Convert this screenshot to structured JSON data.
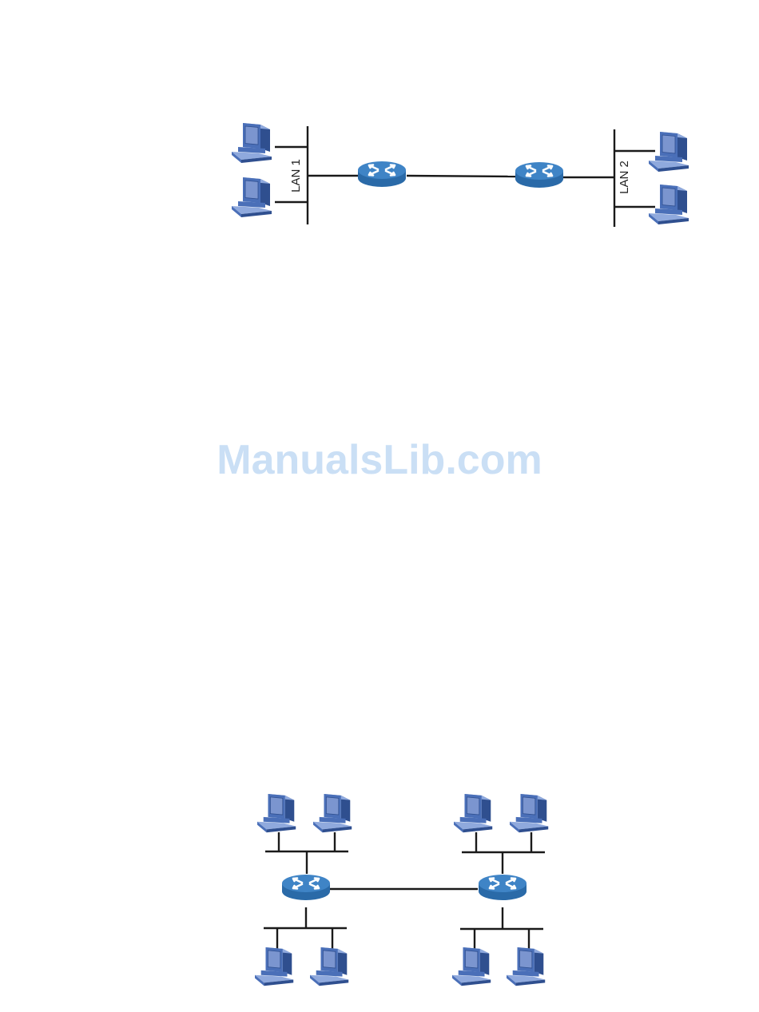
{
  "watermark": {
    "text": "ManualsLib.com",
    "color": "#c5dcf5"
  },
  "router_label": "ROUTER",
  "top_diagram": {
    "lan1_label": "LAN 1",
    "lan2_label": "LAN 2"
  },
  "colors": {
    "pc_front": "#4a6fb8",
    "pc_side": "#2f4f8f",
    "pc_top": "#8fa9dd",
    "screen": "#7b95cf",
    "router_top": "#3f84c6",
    "router_body": "#2a6aa8",
    "router_arrows": "#ffffff",
    "line": "#1a1a1a"
  }
}
